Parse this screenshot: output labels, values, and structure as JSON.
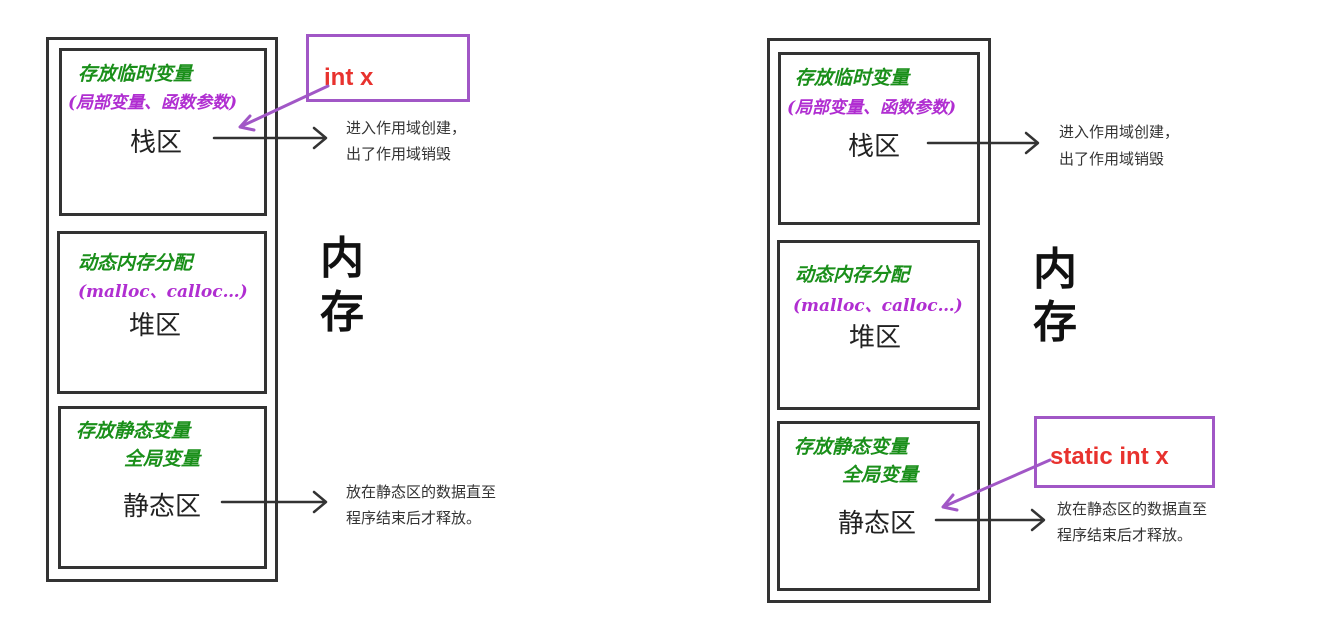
{
  "left": {
    "memory_label": [
      "内",
      "存"
    ],
    "stack": {
      "note_line1": "存放临时变量",
      "note_line2": "(局部变量、函数参数)",
      "name": "栈区",
      "desc_line1": "进入作用域创建，",
      "desc_line2": "出了作用域销毁"
    },
    "heap": {
      "note_line1": "动态内存分配",
      "note_line2": "(malloc、calloc…)",
      "name": "堆区"
    },
    "static": {
      "note_line1": "存放静态变量",
      "note_line2": "全局变量",
      "name": "静态区",
      "desc_line1": "放在静态区的数据直至",
      "desc_line2": "程序结束后才释放。"
    },
    "callout": "int x"
  },
  "right": {
    "memory_label": [
      "内",
      "存"
    ],
    "stack": {
      "note_line1": "存放临时变量",
      "note_line2": "(局部变量、函数参数)",
      "name": "栈区",
      "desc_line1": "进入作用域创建，",
      "desc_line2": "出了作用域销毁"
    },
    "heap": {
      "note_line1": "动态内存分配",
      "note_line2": "(malloc、calloc…)",
      "name": "堆区"
    },
    "static": {
      "note_line1": "存放静态变量",
      "note_line2": "全局变量",
      "name": "静态区",
      "desc_line1": "放在静态区的数据直至",
      "desc_line2": "程序结束后才释放。"
    },
    "callout": "static int x"
  },
  "colors": {
    "box_border": "#333333",
    "handwriting_green": "#1a8f1a",
    "handwriting_purple": "#b02ed1",
    "callout_border": "#a157c6",
    "callout_text": "#e8322e",
    "pointer": "#a157c6"
  }
}
